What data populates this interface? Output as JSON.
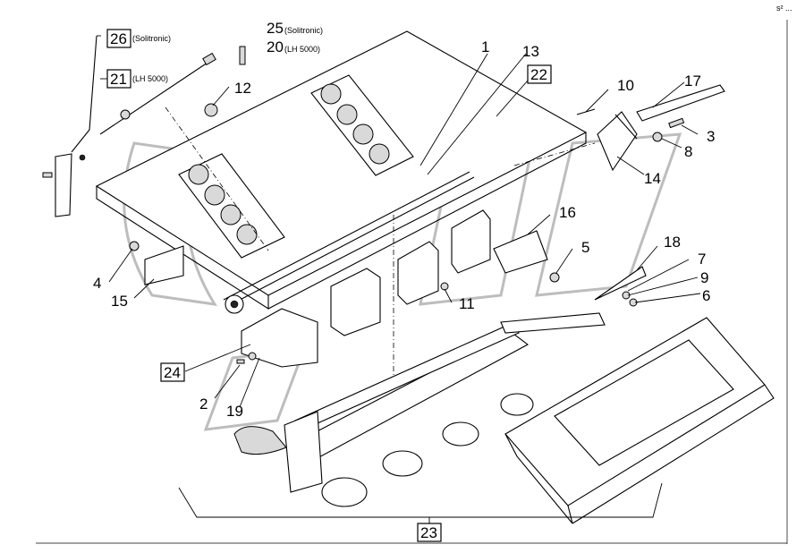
{
  "corner_mark": "s² ...",
  "callouts": {
    "c1": "1",
    "c2": "2",
    "c3": "3",
    "c4": "4",
    "c5": "5",
    "c6": "6",
    "c7": "7",
    "c8": "8",
    "c9": "9",
    "c10": "10",
    "c11": "11",
    "c12": "12",
    "c13": "13",
    "c14": "14",
    "c15": "15",
    "c16": "16",
    "c17": "17",
    "c18": "18",
    "c19": "19",
    "c20": "20",
    "c25": "25"
  },
  "boxed_callouts": {
    "b21": "21",
    "b22": "22",
    "b23": "23",
    "b24": "24",
    "b26": "26"
  },
  "notes": {
    "solitronic_26": "(Solitronic)",
    "solitronic_25": "(Solitronic)",
    "lh5000_20": "(LH 5000)",
    "lh5000_21": "(LH 5000)"
  },
  "colors": {
    "line": "#000000",
    "watermark": "#bdbdbd",
    "background": "#ffffff"
  }
}
